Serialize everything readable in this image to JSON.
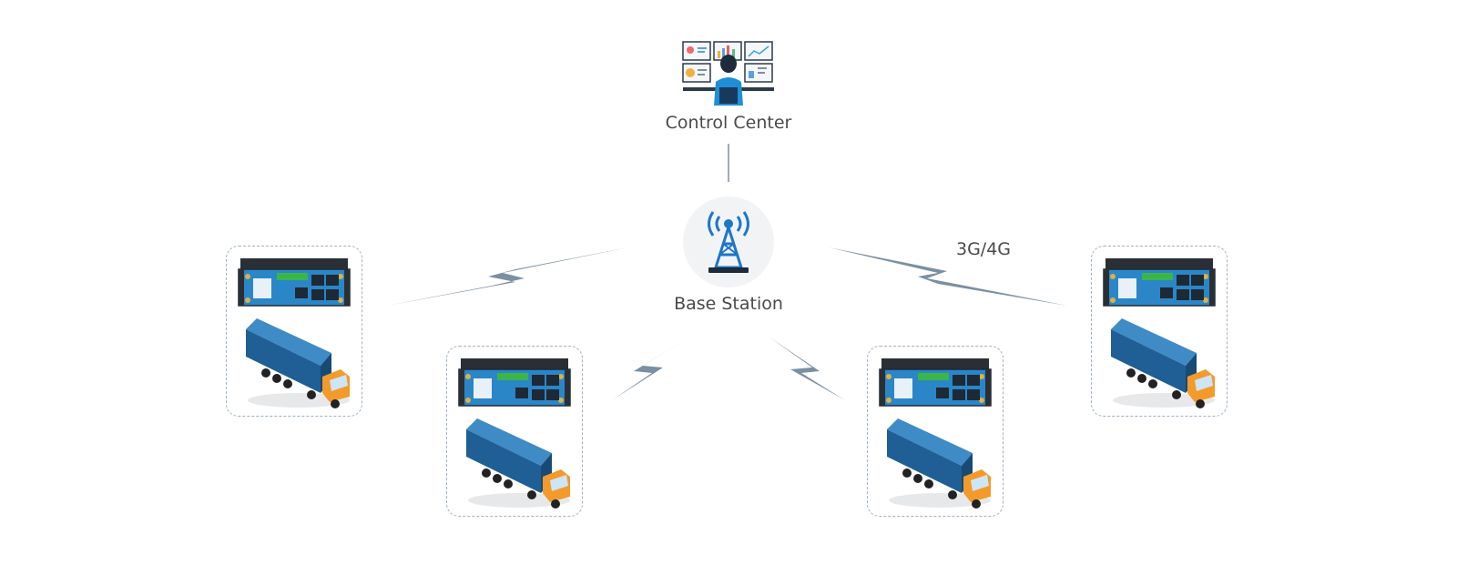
{
  "diagram": {
    "control_center": {
      "label": "Control Center",
      "icon": "operator-monitors-icon"
    },
    "base_station": {
      "label": "Base Station",
      "icon": "cell-tower-icon"
    },
    "link_label": "3G/4G",
    "units": [
      {
        "router_icon": "industrial-router-icon",
        "vehicle_icon": "container-truck-icon"
      },
      {
        "router_icon": "industrial-router-icon",
        "vehicle_icon": "container-truck-icon"
      },
      {
        "router_icon": "industrial-router-icon",
        "vehicle_icon": "container-truck-icon"
      },
      {
        "router_icon": "industrial-router-icon",
        "vehicle_icon": "container-truck-icon"
      }
    ]
  },
  "colors": {
    "line": "#7a8fa3",
    "tower": "#1c76c9",
    "router_blue": "#2b86c8",
    "truck_blue": "#1f5f95",
    "cab_orange": "#f39a2b",
    "dashed": "#9fb1c2",
    "text": "#4a4a4a"
  }
}
